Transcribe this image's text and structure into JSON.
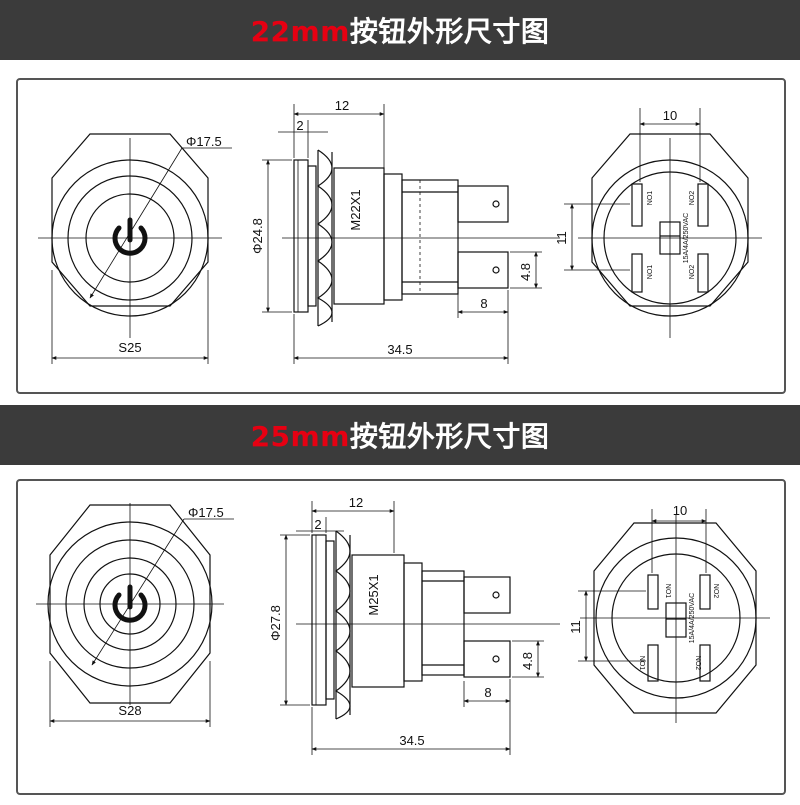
{
  "sections": [
    {
      "id": "22mm",
      "title_size": "22mm",
      "title_text": "按钮外形尺寸图",
      "front": {
        "diameter_label": "Φ17.5",
        "hex_label": "S25"
      },
      "side": {
        "top_dim": "12",
        "ring_dim": "2",
        "diameter_label": "Φ24.8",
        "thread_label": "M22X1",
        "total_length": "34.5",
        "terminal_length": "8",
        "terminal_width": "4.8"
      },
      "back": {
        "width_dim": "10",
        "height_dim": "11",
        "label_no1_top": "NO1",
        "label_no2_top": "NO2",
        "label_no1_bottom": "NO1",
        "label_no2_bottom": "NO2",
        "rating": "15A/4A/250VAC"
      }
    },
    {
      "id": "25mm",
      "title_size": "25mm",
      "title_text": "按钮外形尺寸图",
      "front": {
        "diameter_label": "Φ17.5",
        "hex_label": "S28"
      },
      "side": {
        "top_dim": "12",
        "ring_dim": "2",
        "diameter_label": "Φ27.8",
        "thread_label": "M25X1",
        "total_length": "34.5",
        "terminal_length": "8",
        "terminal_width": "4.8"
      },
      "back": {
        "width_dim": "10",
        "height_dim": "11",
        "label_no1_top": "NO1",
        "label_no2_top": "NO2",
        "label_no1_bottom": "NO1",
        "label_no2_bottom": "NO2",
        "rating": "15A/4A/250VAC"
      }
    }
  ]
}
